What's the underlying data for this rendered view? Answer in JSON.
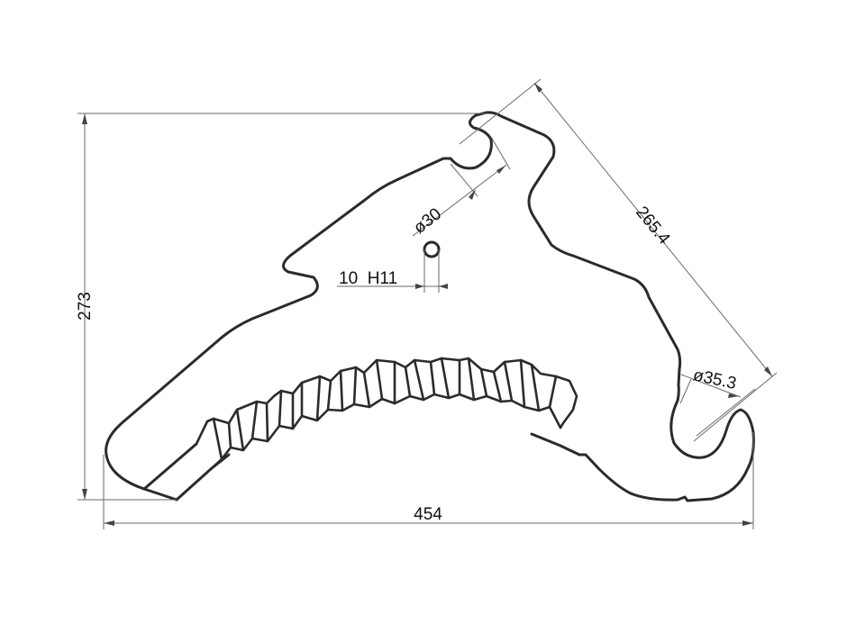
{
  "drawing": {
    "title": "Knotter blade technical drawing",
    "line_color": "#2b2b2b",
    "dimension_color": "#6a6a6a",
    "background": "#ffffff",
    "dimensions": {
      "height": "273",
      "width": "454",
      "diagonal": "265.4",
      "bore_top": "ø30",
      "hole": "10  H11",
      "hook_bore": "ø35.3"
    }
  }
}
